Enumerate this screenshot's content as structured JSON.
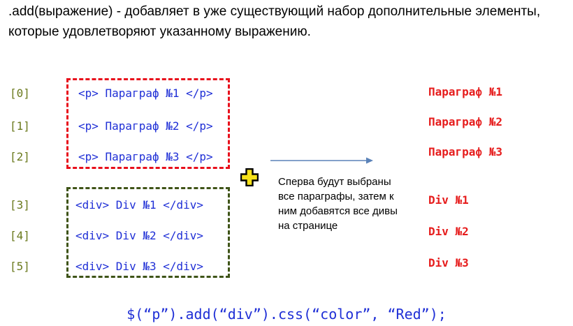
{
  "description": {
    "method": ".add(выражение)",
    "text": " - добавляет в уже существующий набор дополнительные элементы, которые удовлетворяют указанному выражению."
  },
  "indices": [
    "[0]",
    "[1]",
    "[2]",
    "[3]",
    "[4]",
    "[5]"
  ],
  "paragraph_lines": [
    "<p> Параграф №1 </p>",
    "<p> Параграф №2 </p>",
    "<p> Параграф №3 </p>"
  ],
  "div_lines": [
    "<div> Div №1 </div>",
    "<div> Div №2 </div>",
    "<div> Div №3 </div>"
  ],
  "results": [
    "Параграф №1",
    "Параграф №2",
    "Параграф №3",
    "Div №1",
    "Div №2",
    "Div №3"
  ],
  "note": "Сперва будут выбраны все параграфы, затем к ним добавятся все дивы на странице",
  "formula": "$(“p”).add(“div”).css(“color”, “Red”);",
  "colors": {
    "index": "#6b7a1e",
    "code": "#1f2fd6",
    "result": "#e61c1c",
    "red_box": "#e8101c",
    "green_box": "#3f5418",
    "plus_fill": "#f6e21a",
    "arrow": "#5a82b8"
  }
}
